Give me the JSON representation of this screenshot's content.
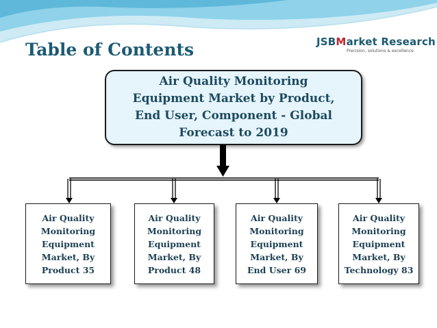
{
  "slide": {
    "title": "Table of Contents"
  },
  "logo": {
    "prefix": "JSB",
    "letter": "M",
    "rest": "arket Research",
    "tagline": "Precision, solutions & excellence"
  },
  "diagram": {
    "root": {
      "lines": [
        "Air Quality Monitoring",
        "Equipment Market by Product,",
        "End User, Component - Global",
        "Forecast to 2019"
      ]
    },
    "children": [
      {
        "lines": [
          "Air Quality",
          "Monitoring",
          "Equipment",
          "Market, By",
          "Product 35"
        ]
      },
      {
        "lines": [
          "Air Quality",
          "Monitoring",
          "Equipment",
          "Market, By",
          "Product 48"
        ]
      },
      {
        "lines": [
          "Air Quality",
          "Monitoring",
          "Equipment",
          "Market, By",
          "End User 69"
        ]
      },
      {
        "lines": [
          "Air Quality",
          "Monitoring",
          "Equipment",
          "Market, By",
          "Technology 83"
        ]
      }
    ]
  },
  "colors": {
    "title": "#1c5a73",
    "wave": "#7fcbe6",
    "root_fill": "#e6f4fb",
    "logo_accent": "#c0272d"
  }
}
